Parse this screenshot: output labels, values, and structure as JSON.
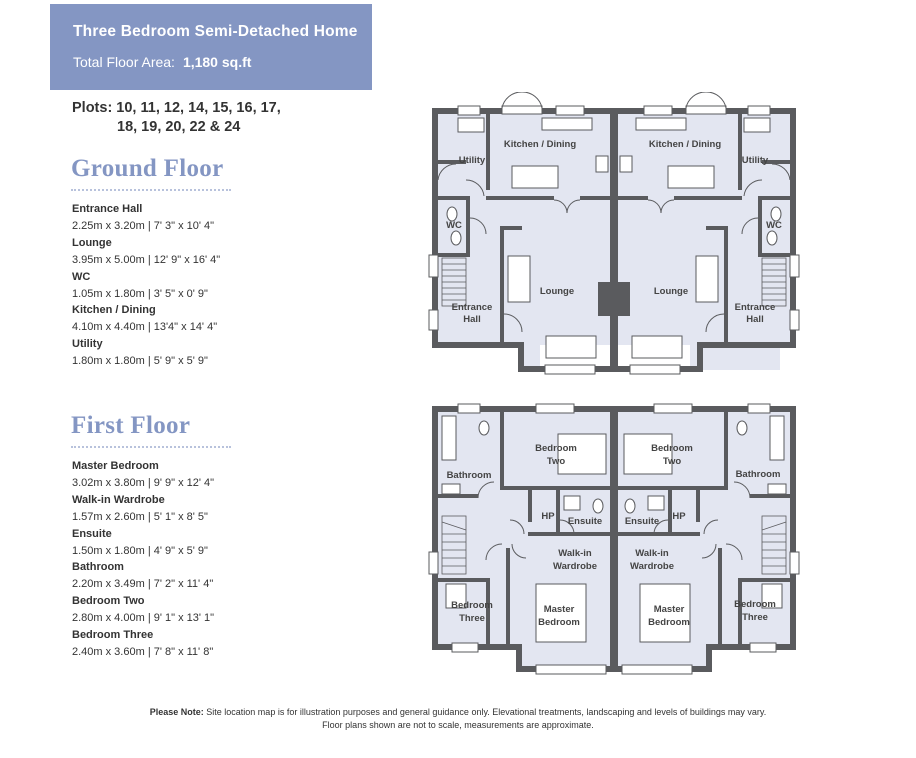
{
  "header": {
    "title": "Three Bedroom Semi-Detached Home",
    "area_label": "Total Floor Area:",
    "area_value": "1,180 sq.ft"
  },
  "plots": {
    "line1": "Plots: 10, 11, 12, 14, 15, 16, 17,",
    "line2": "18, 19, 20, 22 & 24"
  },
  "ground_floor": {
    "heading": "Ground Floor",
    "rooms": [
      {
        "name": "Entrance Hall",
        "dims": "2.25m x 3.20m | 7' 3\" x 10' 4\""
      },
      {
        "name": "Lounge",
        "dims": "3.95m x 5.00m | 12' 9\" x 16' 4\""
      },
      {
        "name": "WC",
        "dims": "1.05m x 1.80m | 3' 5\" x 0' 9\""
      },
      {
        "name": "Kitchen / Dining",
        "dims": "4.10m x 4.40m | 13'4\" x 14' 4\""
      },
      {
        "name": "Utility",
        "dims": "1.80m x 1.80m | 5' 9\" x 5' 9\""
      }
    ]
  },
  "first_floor": {
    "heading": "First Floor",
    "rooms": [
      {
        "name": "Master Bedroom",
        "dims": "3.02m x 3.80m | 9' 9\" x 12' 4\""
      },
      {
        "name": "Walk-in Wardrobe",
        "dims": "1.57m x 2.60m | 5' 1\" x 8' 5\""
      },
      {
        "name": "Ensuite",
        "dims": "1.50m x 1.80m | 4' 9\" x 5' 9\""
      },
      {
        "name": "Bathroom",
        "dims": "2.20m x 3.49m | 7' 2\" x 11' 4\""
      },
      {
        "name": "Bedroom Two",
        "dims": "2.80m x 4.00m | 9' 1\" x 13' 1\""
      },
      {
        "name": "Bedroom Three",
        "dims": "2.40m x 3.60m | 7' 8\" x 11' 8\""
      }
    ]
  },
  "plan_labels": {
    "utility": "Utility",
    "kitchen_dining": "Kitchen / Dining",
    "wc": "WC",
    "lounge": "Lounge",
    "entrance": "Entrance",
    "hall": "Hall",
    "bathroom": "Bathroom",
    "bedroom": "Bedroom",
    "two": "Two",
    "three": "Three",
    "hp": "HP",
    "ensuite": "Ensuite",
    "walk_in": "Walk-in",
    "wardrobe": "Wardrobe",
    "master": "Master"
  },
  "footer": {
    "note_label": "Please Note:",
    "note_line1": "Site location map is for illustration purposes and general guidance only.  Elevational treatments, landscaping and levels of buildings may vary.",
    "note_line2": "Floor plans shown are not to scale, measurements are approximate."
  },
  "colors": {
    "brand": "#8496c3",
    "wall": "#5a5b5e",
    "floor": "#e3e6f1"
  }
}
